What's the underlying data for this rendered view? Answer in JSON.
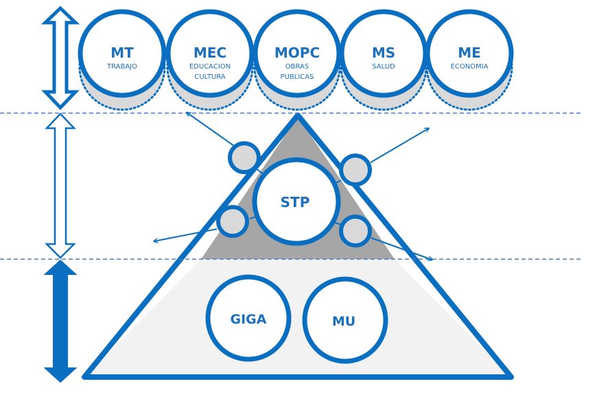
{
  "diagram": {
    "colors": {
      "primary": "#0b6fc1",
      "text": "#1b6fbd",
      "pyramid_top_fill": "#a6a6a6",
      "pyramid_bottom_fill": "#f2f2f2",
      "satellite_fill": "#d9d9d9",
      "shadow_fill": "#d9d9d9",
      "dashed_line": "#4a7cc4"
    },
    "ministries": [
      {
        "abbr": "MT",
        "lines": [
          "TRABAJO"
        ]
      },
      {
        "abbr": "MEC",
        "lines": [
          "EDUCACION",
          "CULTURA"
        ]
      },
      {
        "abbr": "MOPC",
        "lines": [
          "OBRAS",
          "PUBLICAS"
        ]
      },
      {
        "abbr": "MS",
        "lines": [
          "SALUD"
        ]
      },
      {
        "abbr": "ME",
        "lines": [
          "ECONOMIA"
        ]
      }
    ],
    "center": {
      "label": "STP"
    },
    "base_left": {
      "label": "GIGA"
    },
    "base_right": {
      "label": "MU"
    },
    "level_arrows": [
      {
        "level": "top",
        "style": "outlined-bold"
      },
      {
        "level": "middle",
        "style": "outlined-thin"
      },
      {
        "level": "bottom",
        "style": "solid"
      }
    ],
    "satellites_count": 4
  }
}
